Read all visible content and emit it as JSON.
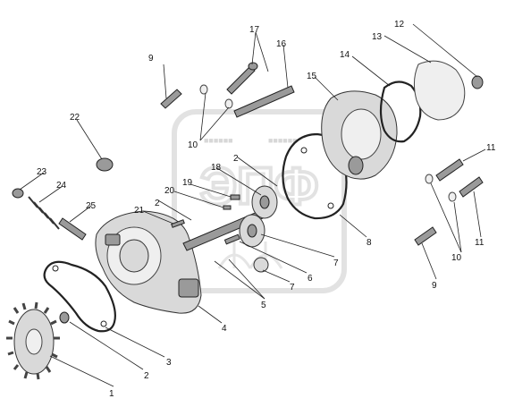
{
  "callouts": [
    {
      "id": "c1",
      "text": "1"
    },
    {
      "id": "c2a",
      "text": "2"
    },
    {
      "id": "c2b",
      "text": "2"
    },
    {
      "id": "c2c",
      "text": "2"
    },
    {
      "id": "c3",
      "text": "3"
    },
    {
      "id": "c4",
      "text": "4"
    },
    {
      "id": "c5",
      "text": "5"
    },
    {
      "id": "c6",
      "text": "6"
    },
    {
      "id": "c7a",
      "text": "7"
    },
    {
      "id": "c7b",
      "text": "7"
    },
    {
      "id": "c8",
      "text": "8"
    },
    {
      "id": "c9a",
      "text": "9"
    },
    {
      "id": "c9b",
      "text": "9"
    },
    {
      "id": "c10a",
      "text": "10"
    },
    {
      "id": "c10b",
      "text": "10"
    },
    {
      "id": "c11a",
      "text": "11"
    },
    {
      "id": "c11b",
      "text": "11"
    },
    {
      "id": "c12",
      "text": "12"
    },
    {
      "id": "c13",
      "text": "13"
    },
    {
      "id": "c14",
      "text": "14"
    },
    {
      "id": "c15",
      "text": "15"
    },
    {
      "id": "c16",
      "text": "16"
    },
    {
      "id": "c17",
      "text": "17"
    },
    {
      "id": "c18",
      "text": "18"
    },
    {
      "id": "c19",
      "text": "19"
    },
    {
      "id": "c20",
      "text": "20"
    },
    {
      "id": "c21",
      "text": "21"
    },
    {
      "id": "c22",
      "text": "22"
    },
    {
      "id": "c23",
      "text": "23"
    },
    {
      "id": "c24",
      "text": "24"
    },
    {
      "id": "c25",
      "text": "25"
    }
  ],
  "watermark": {
    "logo_text": "ЭПФ"
  }
}
